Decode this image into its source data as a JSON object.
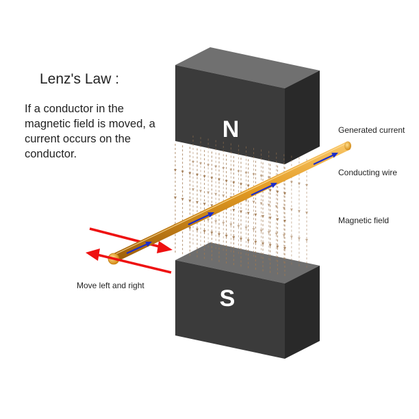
{
  "title": "Lenz's Law  :",
  "description": "If a conductor in the magnetic field is moved, a current occurs on the conductor.",
  "labels": {
    "generated_current": "Generated current",
    "conducting_wire": "Conducting wire",
    "magnetic_field": "Magnetic field",
    "motion": "Move left and right"
  },
  "poles": {
    "north": "N",
    "south": "S"
  },
  "colors": {
    "magnet_front": "#3b3b3b",
    "magnet_top": "#707070",
    "magnet_side": "#292929",
    "wire": "#e0961e",
    "current_arrow": "#1a2ccc",
    "motion_arrow": "#ee1111",
    "field_line": "#a07850"
  }
}
